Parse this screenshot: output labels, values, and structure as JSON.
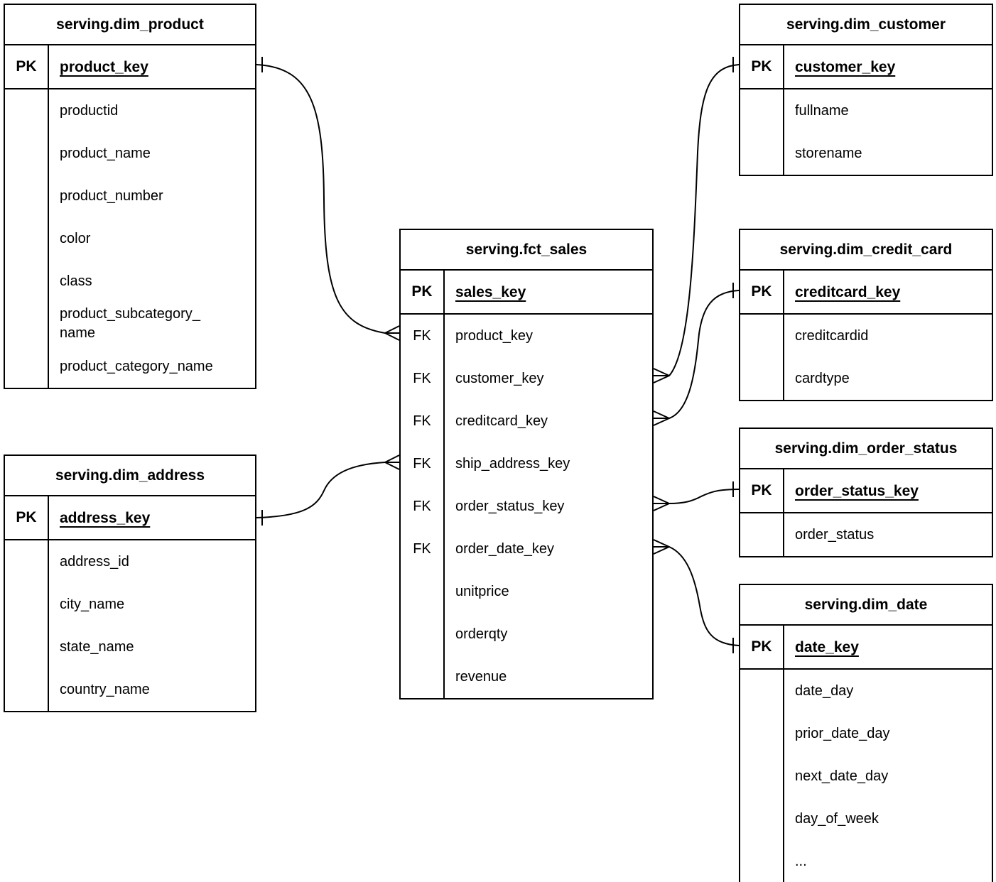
{
  "diagram": {
    "tables": [
      {
        "id": "dim_product",
        "title": "serving.dim_product",
        "pk_label": "PK",
        "primary_key": "product_key",
        "fields": [
          {
            "key_label": "",
            "name": "productid"
          },
          {
            "key_label": "",
            "name": "product_name"
          },
          {
            "key_label": "",
            "name": "product_number"
          },
          {
            "key_label": "",
            "name": "color"
          },
          {
            "key_label": "",
            "name": "class"
          },
          {
            "key_label": "",
            "name": "product_subcategory_name"
          },
          {
            "key_label": "",
            "name": "product_category_name"
          }
        ]
      },
      {
        "id": "dim_customer",
        "title": "serving.dim_customer",
        "pk_label": "PK",
        "primary_key": "customer_key",
        "fields": [
          {
            "key_label": "",
            "name": "fullname"
          },
          {
            "key_label": "",
            "name": "storename"
          }
        ]
      },
      {
        "id": "fct_sales",
        "title": "serving.fct_sales",
        "pk_label": "PK",
        "primary_key": "sales_key",
        "fields": [
          {
            "key_label": "FK",
            "name": "product_key"
          },
          {
            "key_label": "FK",
            "name": "customer_key"
          },
          {
            "key_label": "FK",
            "name": "creditcard_key"
          },
          {
            "key_label": "FK",
            "name": "ship_address_key"
          },
          {
            "key_label": "FK",
            "name": "order_status_key"
          },
          {
            "key_label": "FK",
            "name": "order_date_key"
          },
          {
            "key_label": "",
            "name": "unitprice"
          },
          {
            "key_label": "",
            "name": "orderqty"
          },
          {
            "key_label": "",
            "name": "revenue"
          }
        ]
      },
      {
        "id": "dim_credit_card",
        "title": "serving.dim_credit_card",
        "pk_label": "PK",
        "primary_key": "creditcard_key",
        "fields": [
          {
            "key_label": "",
            "name": "creditcardid"
          },
          {
            "key_label": "",
            "name": "cardtype"
          }
        ]
      },
      {
        "id": "dim_order_status",
        "title": "serving.dim_order_status",
        "pk_label": "PK",
        "primary_key": "order_status_key",
        "fields": [
          {
            "key_label": "",
            "name": "order_status"
          }
        ]
      },
      {
        "id": "dim_date",
        "title": "serving.dim_date",
        "pk_label": "PK",
        "primary_key": "date_key",
        "fields": [
          {
            "key_label": "",
            "name": "date_day"
          },
          {
            "key_label": "",
            "name": "prior_date_day"
          },
          {
            "key_label": "",
            "name": "next_date_day"
          },
          {
            "key_label": "",
            "name": "day_of_week"
          },
          {
            "key_label": "",
            "name": "..."
          }
        ]
      },
      {
        "id": "dim_address",
        "title": "serving.dim_address",
        "pk_label": "PK",
        "primary_key": "address_key",
        "fields": [
          {
            "key_label": "",
            "name": "address_id"
          },
          {
            "key_label": "",
            "name": "city_name"
          },
          {
            "key_label": "",
            "name": "state_name"
          },
          {
            "key_label": "",
            "name": "country_name"
          }
        ]
      }
    ],
    "relationships": [
      {
        "one": {
          "table": "serving.dim_product",
          "field": "product_key"
        },
        "many": {
          "table": "serving.fct_sales",
          "field": "product_key"
        }
      },
      {
        "one": {
          "table": "serving.dim_address",
          "field": "address_key"
        },
        "many": {
          "table": "serving.fct_sales",
          "field": "ship_address_key"
        }
      },
      {
        "one": {
          "table": "serving.dim_customer",
          "field": "customer_key"
        },
        "many": {
          "table": "serving.fct_sales",
          "field": "customer_key"
        }
      },
      {
        "one": {
          "table": "serving.dim_credit_card",
          "field": "creditcard_key"
        },
        "many": {
          "table": "serving.fct_sales",
          "field": "creditcard_key"
        }
      },
      {
        "one": {
          "table": "serving.dim_order_status",
          "field": "order_status_key"
        },
        "many": {
          "table": "serving.fct_sales",
          "field": "order_status_key"
        }
      },
      {
        "one": {
          "table": "serving.dim_date",
          "field": "date_key"
        },
        "many": {
          "table": "serving.fct_sales",
          "field": "order_date_key"
        }
      }
    ],
    "colors": {
      "line": "#000000",
      "background": "#ffffff",
      "text": "#000000"
    }
  }
}
